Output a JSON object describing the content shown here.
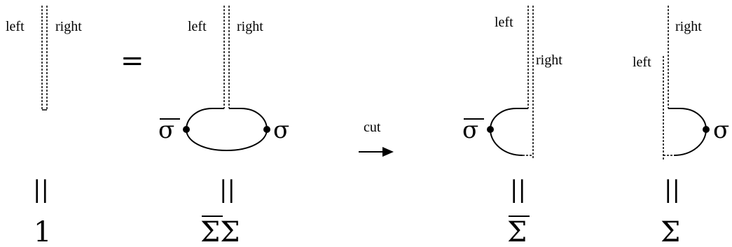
{
  "labels": {
    "left": "left",
    "right": "right",
    "cut": "cut"
  },
  "symbols": {
    "equals": "=",
    "vertical_equals": "||",
    "one": "1",
    "sigma": "σ",
    "sigma_bar": "σ",
    "product": "ΣΣ",
    "sigma_big_bar": "Σ",
    "sigma_big": "Σ"
  },
  "icons": {
    "vertex": "filled-dot-icon",
    "arrow": "right-arrow-icon"
  }
}
